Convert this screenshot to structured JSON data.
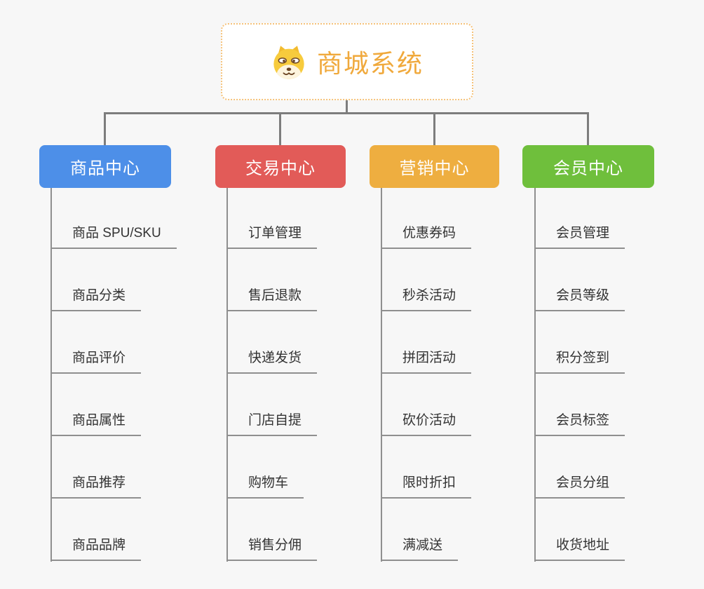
{
  "root": {
    "title": "商城系统",
    "icon": "dog-face-icon"
  },
  "branches": [
    {
      "label": "商品中心",
      "color": "#4D8FE8",
      "items": [
        "商品 SPU/SKU",
        "商品分类",
        "商品评价",
        "商品属性",
        "商品推荐",
        "商品品牌"
      ]
    },
    {
      "label": "交易中心",
      "color": "#E25B58",
      "items": [
        "订单管理",
        "售后退款",
        "快递发货",
        "门店自提",
        "购物车",
        "销售分佣"
      ]
    },
    {
      "label": "营销中心",
      "color": "#EEAE40",
      "items": [
        "优惠券码",
        "秒杀活动",
        "拼团活动",
        "砍价活动",
        "限时折扣",
        "满减送"
      ]
    },
    {
      "label": "会员中心",
      "color": "#6FBF3C",
      "items": [
        "会员管理",
        "会员等级",
        "积分签到",
        "会员标签",
        "会员分组",
        "收货地址"
      ]
    }
  ],
  "palette": {
    "background": "#F7F7F7",
    "connector": "#7D7D7D",
    "leaf_line": "#8F8F8F",
    "leaf_text": "#333333",
    "root_border": "#F5C27A",
    "root_text": "#F0A93C"
  }
}
